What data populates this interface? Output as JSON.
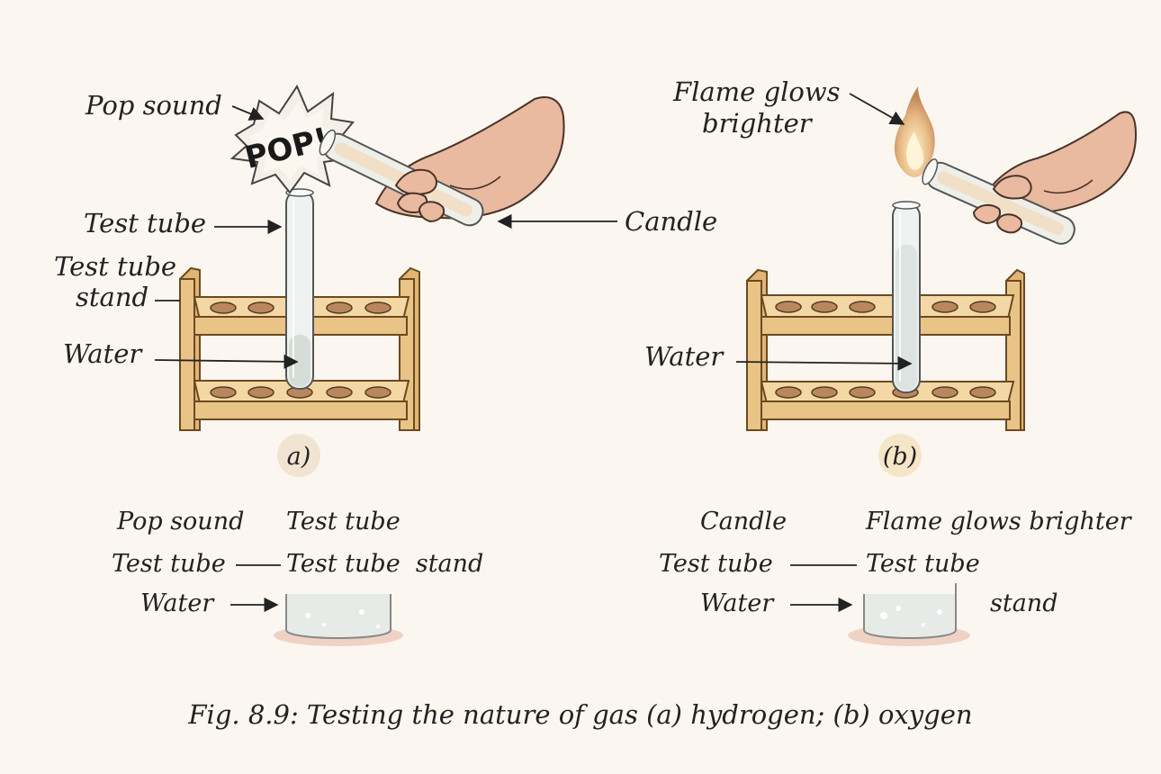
{
  "panel_a": {
    "pop_sound": "Pop sound",
    "pop_text": "POP!",
    "test_tube": "Test tube",
    "candle": "Candle",
    "stand_line1": "Test tube",
    "stand_line2": "stand",
    "water": "Water",
    "letter": "a)"
  },
  "panel_b": {
    "flame_line1": "Flame glows",
    "flame_line2": "brighter",
    "water": "Water",
    "letter": "(b)"
  },
  "lower_a": {
    "pop_sound": "Pop sound",
    "test_tube_top": "Test tube",
    "test_tube_left": "Test tube",
    "test_tube_stand": "Test tube  stand",
    "water": "Water"
  },
  "lower_b": {
    "candle": "Candle",
    "flame": "Flame glows brighter",
    "test_tube_left": "Test tube",
    "test_tube_right": "Test tube",
    "water": "Water",
    "stand": "stand"
  },
  "caption": "Fig. 8.9: Testing the nature of gas (a) hydrogen; (b) oxygen"
}
